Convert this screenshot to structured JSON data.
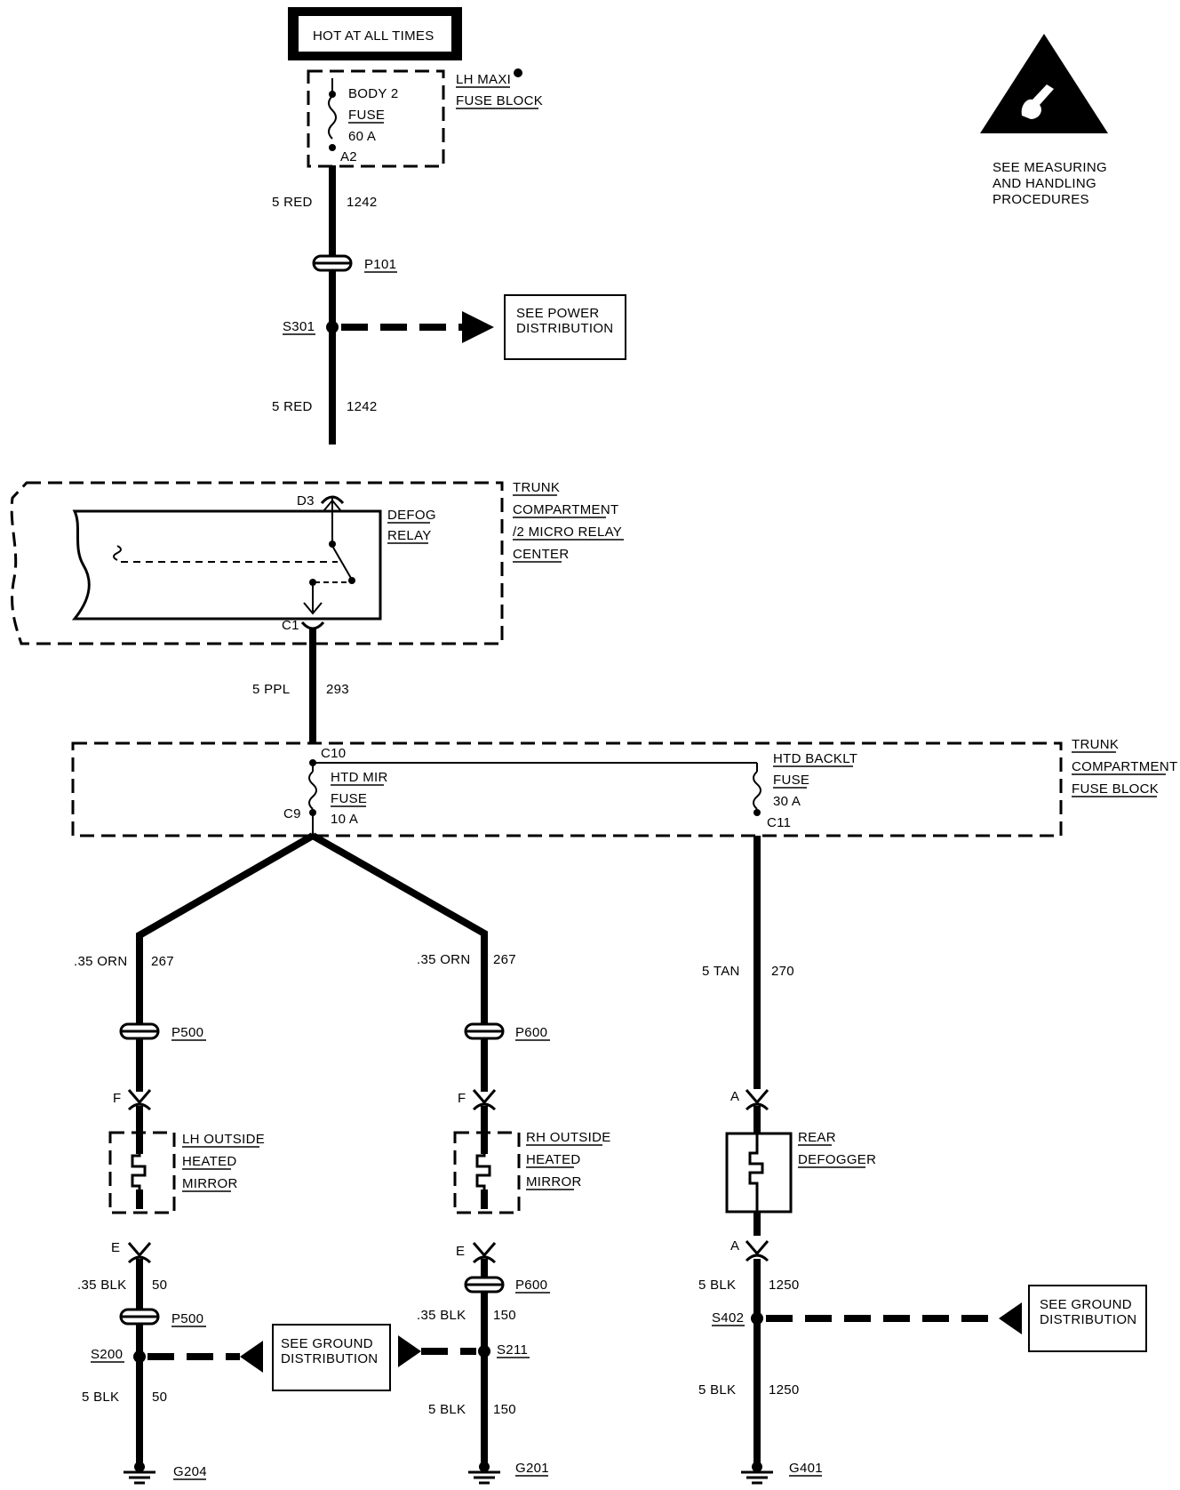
{
  "header": {
    "hot": "HOT AT ALL TIMES"
  },
  "esd": {
    "line1": "SEE MEASURING",
    "line2": "AND HANDLING",
    "line3": "PROCEDURES"
  },
  "maxi_fuse_block": {
    "line1": "LH MAXI",
    "line2": "FUSE BLOCK"
  },
  "body2_fuse": {
    "line1": "BODY 2",
    "line2": "FUSE",
    "rating": "60 A",
    "terminal": "A2"
  },
  "wires": {
    "w1242a": {
      "gauge_color": "5 RED",
      "circuit": "1242"
    },
    "w1242b": {
      "gauge_color": "5 RED",
      "circuit": "1242"
    },
    "w293": {
      "gauge_color": "5 PPL",
      "circuit": "293"
    },
    "w267l": {
      "gauge_color": ".35 ORN",
      "circuit": "267"
    },
    "w267r": {
      "gauge_color": ".35 ORN",
      "circuit": "267"
    },
    "w270": {
      "gauge_color": "5 TAN",
      "circuit": "270"
    },
    "w50a": {
      "gauge_color": ".35 BLK",
      "circuit": "50"
    },
    "w50b": {
      "gauge_color": "5 BLK",
      "circuit": "50"
    },
    "w150a": {
      "gauge_color": ".35 BLK",
      "circuit": "150"
    },
    "w150b": {
      "gauge_color": "5 BLK",
      "circuit": "150"
    },
    "w1250a": {
      "gauge_color": "5 BLK",
      "circuit": "1250"
    },
    "w1250b": {
      "gauge_color": "5 BLK",
      "circuit": "1250"
    }
  },
  "connectors": {
    "p101": "P101",
    "p500a": "P500",
    "p500b": "P500",
    "p600a": "P600",
    "p600b": "P600",
    "d3": "D3",
    "c1": "C1",
    "c10": "C10",
    "c9": "C9",
    "c11": "C11",
    "f_left": "F",
    "f_right": "F",
    "e_left": "E",
    "e_right": "E",
    "a_top": "A",
    "a_bottom": "A"
  },
  "splices": {
    "s301": "S301",
    "s200": "S200",
    "s211": "S211",
    "s402": "S402"
  },
  "grounds": {
    "g204": "G204",
    "g201": "G201",
    "g401": "G401"
  },
  "power_ref": {
    "line1": "SEE POWER",
    "line2": "DISTRIBUTION"
  },
  "ground_ref_mid": {
    "line1": "SEE GROUND",
    "line2": "DISTRIBUTION"
  },
  "ground_ref_right": {
    "line1": "SEE GROUND",
    "line2": "DISTRIBUTION"
  },
  "relay": {
    "line1": "DEFOG",
    "line2": "RELAY"
  },
  "relay_center": {
    "line1": "TRUNK",
    "line2": "COMPARTMENT",
    "line3": "/2 MICRO RELAY",
    "line4": "CENTER"
  },
  "trunk_fuse_block": {
    "line1": "TRUNK",
    "line2": "COMPARTMENT",
    "line3": "FUSE BLOCK"
  },
  "htd_mir_fuse": {
    "line1": "HTD MIR",
    "line2": "FUSE",
    "rating": "10 A"
  },
  "htd_backlt_fuse": {
    "line1": "HTD BACKLT",
    "line2": "FUSE",
    "rating": "30 A"
  },
  "lh_mirror": {
    "line1": "LH OUTSIDE",
    "line2": "HEATED",
    "line3": "MIRROR"
  },
  "rh_mirror": {
    "line1": "RH OUTSIDE",
    "line2": "HEATED",
    "line3": "MIRROR"
  },
  "rear_defogger": {
    "line1": "REAR",
    "line2": "DEFOGGER"
  }
}
